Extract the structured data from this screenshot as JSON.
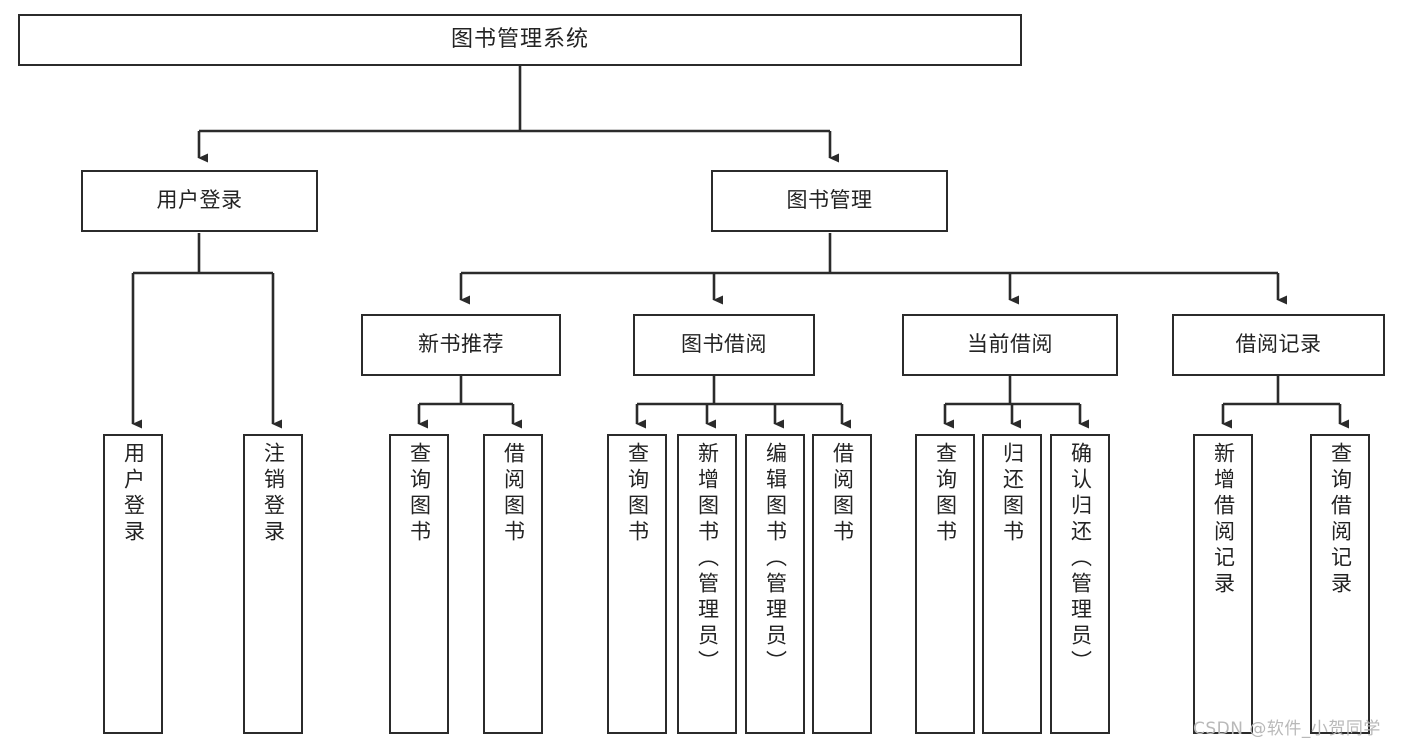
{
  "diagram": {
    "type": "tree-hierarchy-chart",
    "title": "图书管理系统",
    "root": {
      "id": "root",
      "label": "图书管理系统"
    },
    "level1": [
      {
        "id": "user-login",
        "label": "用户登录"
      },
      {
        "id": "book-management",
        "label": "图书管理"
      }
    ],
    "level2": [
      {
        "id": "new-book-recommend",
        "label": "新书推荐",
        "parent": "book-management"
      },
      {
        "id": "book-borrow",
        "label": "图书借阅",
        "parent": "book-management"
      },
      {
        "id": "current-borrow",
        "label": "当前借阅",
        "parent": "book-management"
      },
      {
        "id": "borrow-record",
        "label": "借阅记录",
        "parent": "book-management"
      }
    ],
    "leaves": {
      "user_login": [
        {
          "id": "leaf-user-login",
          "label": "用户登录"
        },
        {
          "id": "leaf-logout-login",
          "label": "注销登录"
        }
      ],
      "new_book_recommend": [
        {
          "id": "leaf-query-book-1",
          "label": "查询图书"
        },
        {
          "id": "leaf-borrow-book-1",
          "label": "借阅图书"
        }
      ],
      "book_borrow": [
        {
          "id": "leaf-query-book-2",
          "label": "查询图书"
        },
        {
          "id": "leaf-add-book",
          "label": "新增图书（管理员）"
        },
        {
          "id": "leaf-edit-book",
          "label": "编辑图书（管理员）"
        },
        {
          "id": "leaf-borrow-book-2",
          "label": "借阅图书"
        }
      ],
      "current_borrow": [
        {
          "id": "leaf-query-book-3",
          "label": "查询图书"
        },
        {
          "id": "leaf-return-book",
          "label": "归还图书"
        },
        {
          "id": "leaf-confirm-return",
          "label": "确认归还（管理员）"
        }
      ],
      "borrow_record": [
        {
          "id": "leaf-add-record",
          "label": "新增借阅记录"
        },
        {
          "id": "leaf-query-record",
          "label": "查询借阅记录"
        }
      ]
    }
  },
  "watermark": {
    "text": "CSDN @软件_小贺同学"
  },
  "colors": {
    "border": "#2b2b2b",
    "background": "#ffffff",
    "text": "#232323",
    "connector": "#2b2b2b",
    "watermark": "#b9b9b9"
  }
}
